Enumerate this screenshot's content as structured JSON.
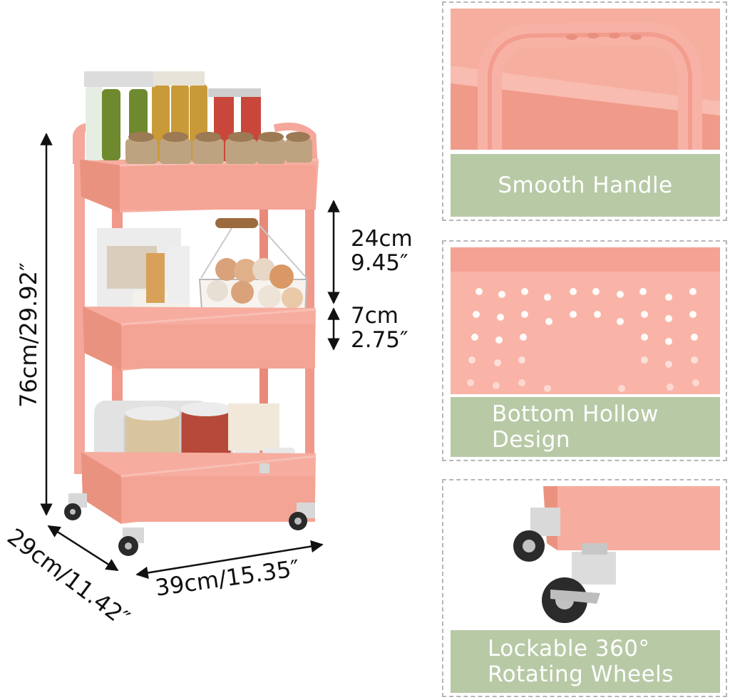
{
  "dimensions": {
    "height": "76cm/29.92″",
    "tier_gap_top_cm": "24cm",
    "tier_gap_top_in": "9.45″",
    "tier_depth_cm": "7cm",
    "tier_depth_in": "2.75″",
    "width": "39cm/15.35″",
    "depth": "29cm/11.42″"
  },
  "features": [
    {
      "icon": "handle-icon",
      "lines": [
        "Smooth Handle"
      ]
    },
    {
      "icon": "hollow-pattern-icon",
      "lines": [
        "Bottom Hollow",
        "Design"
      ]
    },
    {
      "icon": "wheel-icon",
      "lines": [
        "Lockable 360°",
        "Rotating Wheels"
      ]
    }
  ],
  "colors": {
    "cart_pink": "#f4a79a",
    "cart_pink_dark": "#e8897a",
    "caption_green": "#b8c9a6",
    "panel_border": "#b7b7b7"
  }
}
